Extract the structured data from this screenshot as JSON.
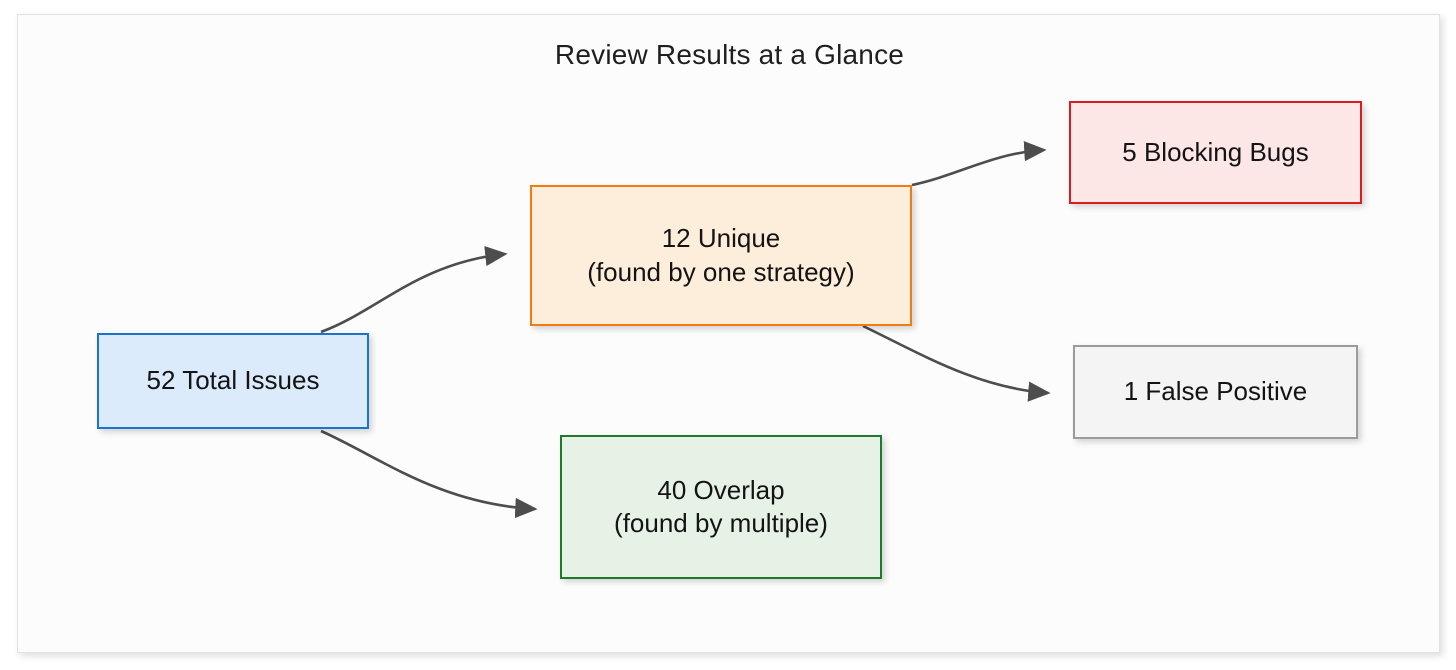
{
  "diagram": {
    "title": "Review Results at a Glance",
    "type": "flowchart",
    "direction": "left-to-right",
    "background": "#ffffff",
    "canvas_background": "#fcfcfc",
    "edge_color": "#4d4d4d",
    "nodes": [
      {
        "id": "total",
        "label_line1": "52 Total Issues",
        "label_line2": "",
        "value": 52,
        "fill": "#dcebfb",
        "stroke": "#1a73cf"
      },
      {
        "id": "unique",
        "label_line1": "12 Unique",
        "label_line2": "(found by one strategy)",
        "value": 12,
        "fill": "#fdeedb",
        "stroke": "#f07c14"
      },
      {
        "id": "overlap",
        "label_line1": "40 Overlap",
        "label_line2": "(found by multiple)",
        "value": 40,
        "fill": "#e6f2e5",
        "stroke": "#1e7a28"
      },
      {
        "id": "blocking",
        "label_line1": "5 Blocking Bugs",
        "label_line2": "",
        "value": 5,
        "fill": "#fce6e6",
        "stroke": "#d71d1d"
      },
      {
        "id": "falsepos",
        "label_line1": "1 False Positive",
        "label_line2": "",
        "value": 1,
        "fill": "#f4f4f4",
        "stroke": "#9b9b9b"
      }
    ],
    "edges": [
      {
        "id": "total-unique",
        "from": "total",
        "to": "unique",
        "label": ""
      },
      {
        "id": "total-overlap",
        "from": "total",
        "to": "overlap",
        "label": ""
      },
      {
        "id": "unique-blocking",
        "from": "unique",
        "to": "blocking",
        "label": ""
      },
      {
        "id": "unique-falsepos",
        "from": "unique",
        "to": "falsepos",
        "label": ""
      }
    ]
  }
}
